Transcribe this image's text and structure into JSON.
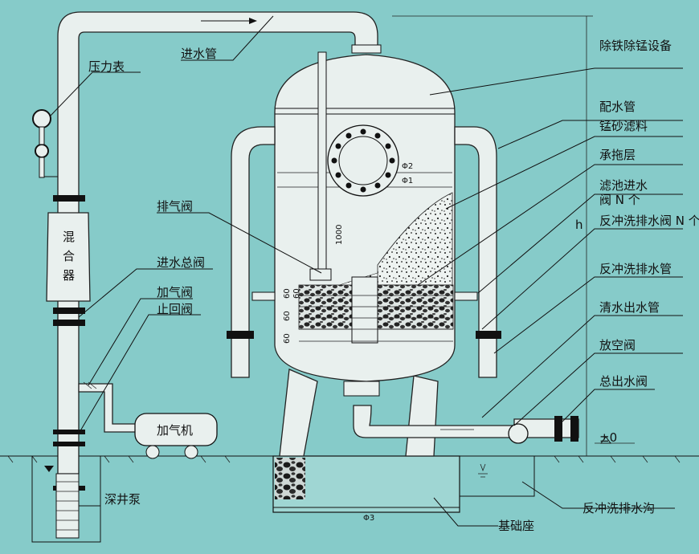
{
  "labels": {
    "inlet_pipe": "进水管",
    "pressure_gauge": "压力表",
    "equipment": "除铁除锰设备",
    "distribution_pipe": "配水管",
    "manganese_sand": "锰砂滤料",
    "support_layer": "承拖层",
    "filter_inlet_valve_a": "滤池进水",
    "filter_inlet_valve_b": "阀 N 个",
    "backwash_drain_valve": "反冲洗排水阀 N 个",
    "exhaust_valve": "排气阀",
    "mixer": "混合器",
    "main_inlet_valve": "进水总阀",
    "aeration_valve": "加气阀",
    "check_valve": "止回阀",
    "backwash_drain_pipe": "反冲洗排水管",
    "clean_water_pipe": "清水出水管",
    "vent_valve": "放空阀",
    "main_outlet_valve": "总出水阀",
    "aerator": "加气机",
    "deep_well_pump": "深井泵",
    "foundation": "基础座",
    "backwash_ditch": "反冲洗排水沟",
    "ground_level": "±0",
    "height": "h"
  },
  "dimensions": {
    "phi1": "Φ1",
    "phi2": "Φ2",
    "phi3": "Φ3",
    "d1000": "1000",
    "layers": [
      "60",
      "60",
      "60",
      "60"
    ]
  },
  "colors": {
    "background": "#86cbc9",
    "pipe": "#e9f0ee",
    "line": "#111111"
  }
}
